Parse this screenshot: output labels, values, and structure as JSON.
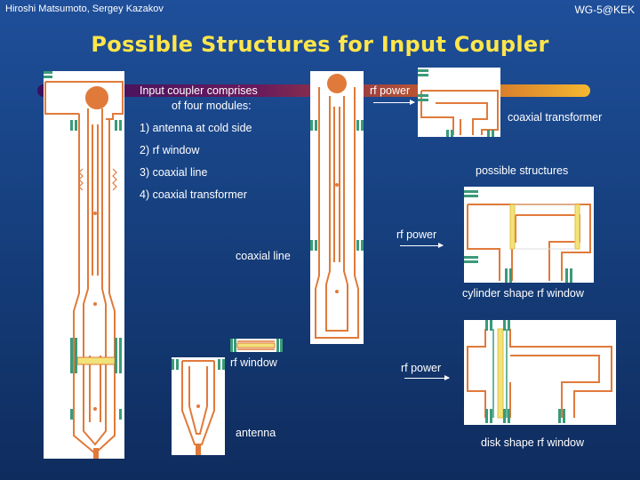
{
  "header": {
    "authors": "Hiroshi Matsumoto, Sergey Kazakov",
    "group": "WG-5@KEK"
  },
  "title": "Possible Structures for Input Coupler",
  "intro": {
    "line1": "Input coupler comprises",
    "line2": "of four modules:"
  },
  "modules": [
    "1) antenna at cold side",
    "2) rf window",
    "3) coaxial line",
    "4) coaxial transformer"
  ],
  "labels": {
    "rf_power_top": "rf power",
    "coaxial_transformer": "coaxial transformer",
    "possible_structures": "possible structures",
    "rf_power_mid": "rf power",
    "cylinder_window": "cylinder shape rf window",
    "coaxial_line": "coaxial line",
    "rf_window": "rf window",
    "rf_power_low": "rf power",
    "antenna": "antenna",
    "disk_window": "disk shape rf window"
  },
  "colors": {
    "background": "#1a4a92",
    "title": "#ffe64a",
    "conductor": "#e07a3a",
    "flange": "#3a9a7a",
    "window": "#f2e27a"
  }
}
